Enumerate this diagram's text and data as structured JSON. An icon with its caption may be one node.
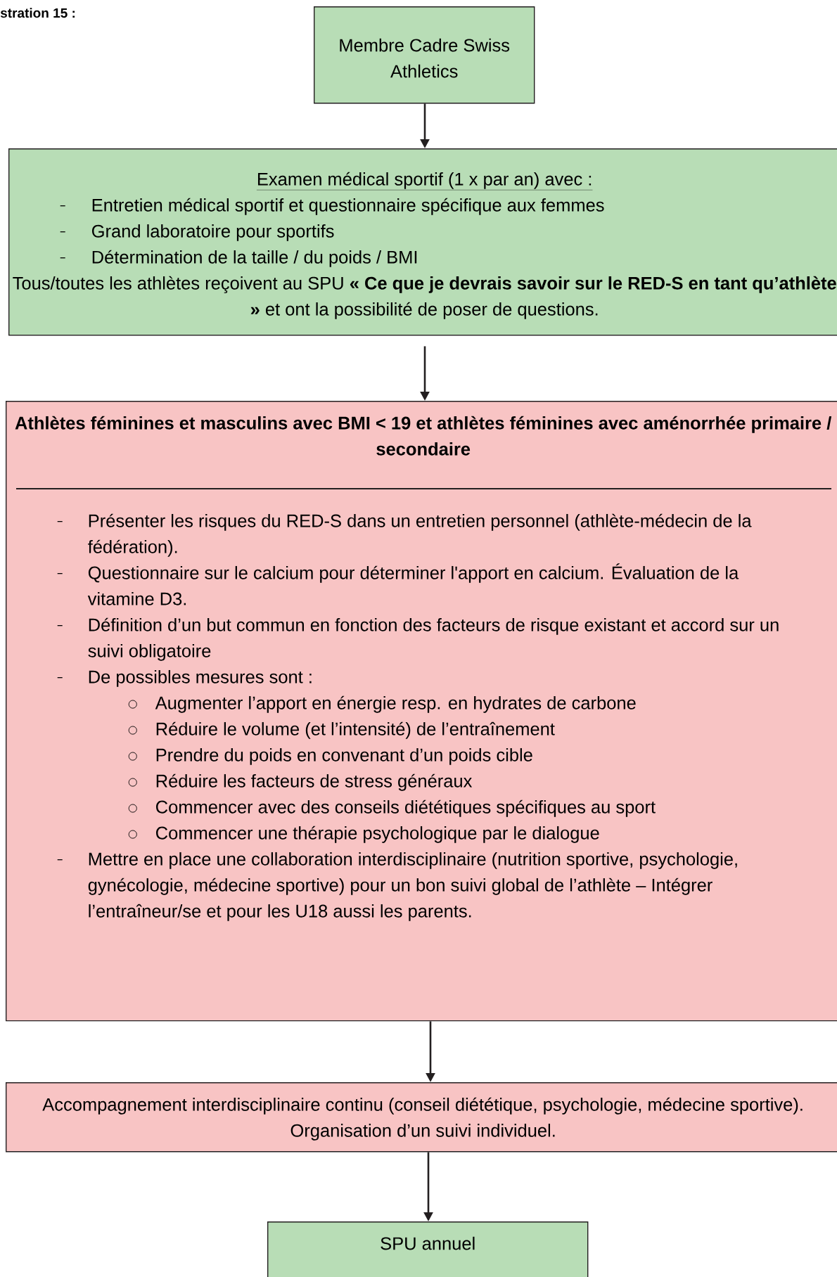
{
  "diagram": {
    "nodes": [
      {
        "text": [
          "Membre Cadre Swiss Athletics"
        ]
      },
      {
        "text": [
          "Examen médical sportif (1 x par an) avec :",
          "Entretien médical sportif et questionnaire spécifique aux femmes",
          "Grand laboratoire pour sportifs",
          "Détermination de la taille / du poids / BMI",
          "Tous/toutes les athlètes reçoivent au SPU **« Ce que je devrais savoir sur le RED-S en tant qu’athlète »** et ont la possibilité de poser de questions."
        ]
      },
      {
        "text": [
          "Athlètes féminines et masculins avec BMI < 19 et athlètes féminines avec aménorrhée primaire / secondaire",
          "Présenter les risques du RED-S dans un entretien personnel (athlète-médecin de la fédération).",
          "Questionnaire sur le calcium pour déterminer l'apport en calcium. Évaluation de la vitamine D3.",
          "Définition d’un but commun en fonction des facteurs de risque existant et accord sur un suivi obligatoire",
          "De possibles mesures sont :",
          "Augmenter l’apport en énergie resp.  en hydrates de carbone",
          "Réduire le volume (et l’intensité) de l’entraînement",
          "Prendre du poids en convenant d’un poids cible",
          "Réduire les facteurs de stress généraux",
          "Commencer avec des conseils diététiques spécifiques au sport",
          "Commencer une thérapie psychologique par le dialogue",
          "Mettre en place une collaboration interdisciplinaire (nutrition sportive, psychologie, gynécologie, médecine sportive) pour un bon suivi global de l’athlète – Intégrer l’entraîneur/se et pour les U18 aussi les parents."
        ]
      },
      {
        "text": [
          "Accompagnement interdisciplinaire continu (conseil diététique, psychologie, médecine sportive). Organisation d’un suivi individuel."
        ]
      },
      {
        "text": [
          "SPU annuel"
        ]
      }
    ],
    "edges": [
      {
        "from": 0,
        "to": 1,
        "arrow": "to"
      },
      {
        "from": 1,
        "to": 2,
        "arrow": "to"
      },
      {
        "from": 2,
        "to": 3,
        "arrow": "to"
      },
      {
        "from": 3,
        "to": 4,
        "arrow": "to"
      }
    ],
    "labels": [
      "stration 15 :"
    ]
  }
}
